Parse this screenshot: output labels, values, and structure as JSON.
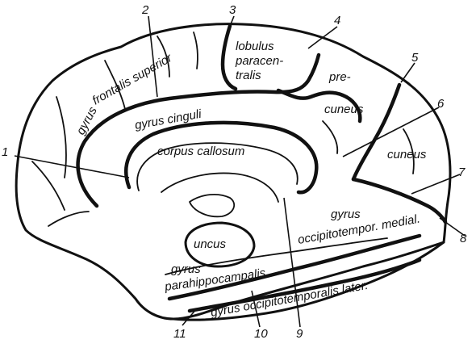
{
  "regions": {
    "gyrus_frontalis_superior_a": "gyrus",
    "gyrus_frontalis_superior_b": "frontalis superior",
    "lobulus_line1": "lobulus",
    "lobulus_line2": "paracen-",
    "lobulus_line3": "tralis",
    "precuneus_line1": "pre-",
    "precuneus_line2": "cuneus",
    "cuneus": "cuneus",
    "gyrus_cinguli": "gyrus cinguli",
    "corpus_callosum": "corpus callosum",
    "uncus": "uncus",
    "gyrus_parahippo_a": "gyrus",
    "gyrus_parahippo_b": "parahippocampalis",
    "gyrus_occip_medial_a": "gyrus",
    "gyrus_occip_medial_b": "occipitotempor. medial.",
    "gyrus_occip_lateral": "gyrus occipitotemporalis later."
  },
  "numbers": [
    "1",
    "2",
    "3",
    "4",
    "5",
    "6",
    "7",
    "8",
    "9",
    "10",
    "11"
  ]
}
